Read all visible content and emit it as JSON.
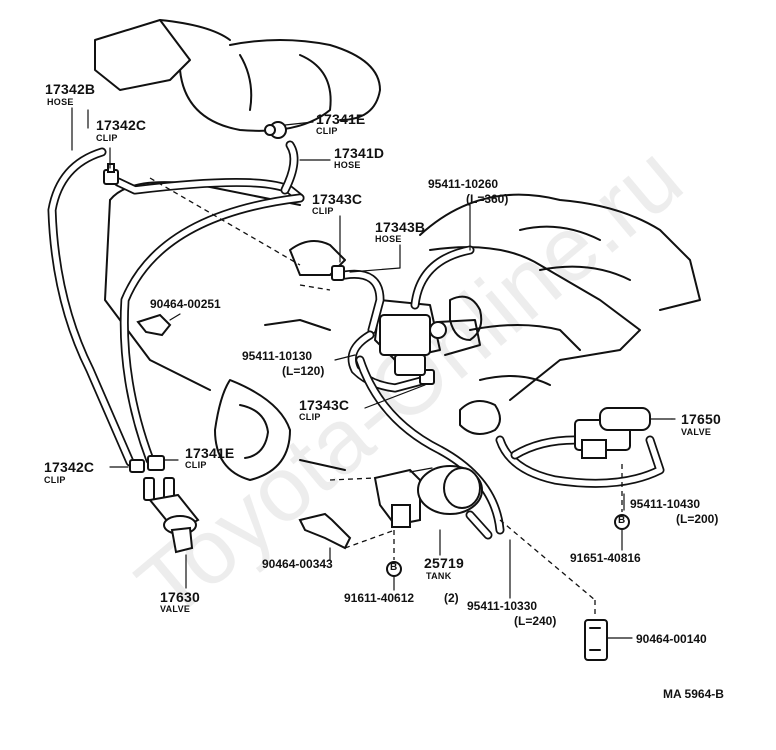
{
  "diagram_code": "MA 5964-B",
  "watermark": "Toyota-Online.ru",
  "bolt_marker": "B",
  "labels": {
    "p17342b": {
      "number": "17342B",
      "name": "HOSE"
    },
    "p17342c_top": {
      "number": "17342C",
      "name": "CLIP"
    },
    "p17341e_top": {
      "number": "17341E",
      "name": "CLIP"
    },
    "p17341d": {
      "number": "17341D",
      "name": "HOSE"
    },
    "p95411_10260": {
      "number": "95411-10260",
      "length": "(L=360)"
    },
    "p17343c_top": {
      "number": "17343C",
      "name": "CLIP"
    },
    "p17343b": {
      "number": "17343B",
      "name": "HOSE"
    },
    "p90464_00251": {
      "number": "90464-00251"
    },
    "p95411_10130": {
      "number": "95411-10130",
      "length": "(L=120)"
    },
    "p17343c_bottom": {
      "number": "17343C",
      "name": "CLIP"
    },
    "p17650": {
      "number": "17650",
      "name": "VALVE"
    },
    "p17342c_bottom": {
      "number": "17342C",
      "name": "CLIP"
    },
    "p17341e_bottom": {
      "number": "17341E",
      "name": "CLIP"
    },
    "p95411_10430": {
      "number": "95411-10430",
      "length": "(L=200)"
    },
    "p91651_40816": {
      "number": "91651-40816"
    },
    "p90464_00343": {
      "number": "90464-00343"
    },
    "p25719": {
      "number": "25719",
      "name": "TANK"
    },
    "p91611_40612": {
      "number": "91611-40612",
      "qty": "(2)"
    },
    "p95411_10330": {
      "number": "95411-10330",
      "length": "(L=240)"
    },
    "p17630": {
      "number": "17630",
      "name": "VALVE"
    },
    "p90464_00140": {
      "number": "90464-00140"
    }
  }
}
